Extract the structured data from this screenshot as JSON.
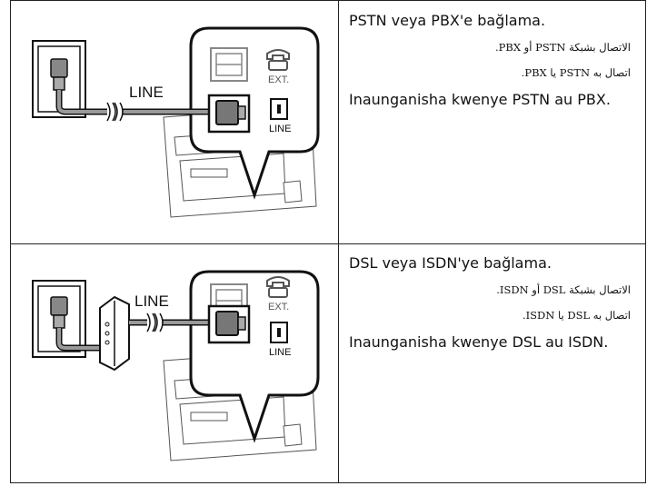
{
  "rows": [
    {
      "title": "PSTN veya PBX'e bağlama.",
      "arabic": "الاتصال بشبكة PSTN أو PBX.",
      "persian": "اتصال به PSTN یا PBX.",
      "swahili": "Inaunganisha kwenye PSTN au PBX.",
      "cable_label": "LINE",
      "ext_label": "EXT.",
      "line_port_label": "LINE"
    },
    {
      "title": "DSL veya ISDN'ye bağlama.",
      "arabic": "الاتصال بشبكة DSL أو ISDN.",
      "persian": "اتصال به DSL یا ISDN.",
      "swahili": "Inaunganisha kwenye DSL au ISDN.",
      "cable_label": "LINE",
      "ext_label": "EXT.",
      "line_port_label": "LINE"
    }
  ]
}
